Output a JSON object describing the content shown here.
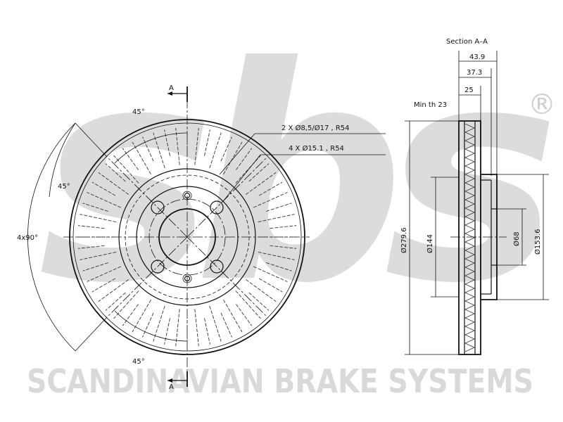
{
  "diagram": {
    "section_title": "Section A–A",
    "section_marker": "A",
    "angle_label": "45°",
    "bolt_spec": "4x90°",
    "hole_spec_1": "2 X Ø8,5/Ø17 , R54",
    "hole_spec_2": "4 X Ø15.1 , R54",
    "min_thickness": "Min th 23",
    "dim_overall_width": "43.9",
    "dim_hub_depth": "37.3",
    "dim_disc_thickness": "25",
    "dim_outer_diameter": "Ø279.6",
    "dim_diameter_144": "Ø144",
    "dim_center_bore": "Ø68",
    "dim_hub_diameter": "Ø153.6"
  },
  "watermark": {
    "logo_text": "sbs",
    "registered_mark": "®",
    "company_name": "SCANDINAVIAN BRAKE SYSTEMS",
    "color": "#d9d9d9"
  }
}
